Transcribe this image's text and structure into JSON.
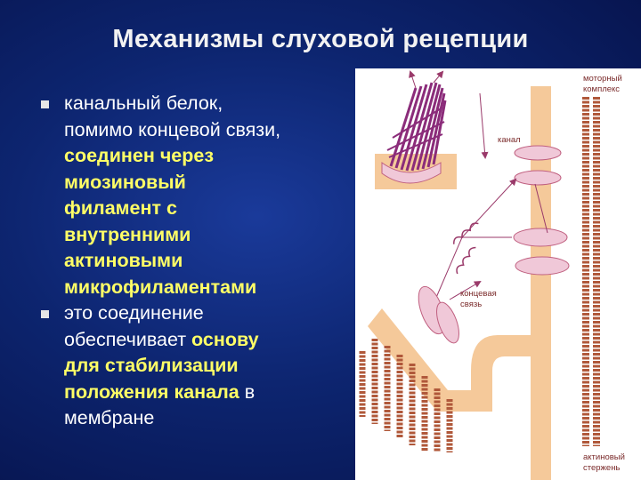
{
  "title": "Механизмы слуховой рецепции",
  "bullets": [
    {
      "marker": "n",
      "lines": [
        {
          "text": "канальный белок,",
          "highlight": false
        },
        {
          "text": "помимо концевой связи,",
          "highlight": false
        },
        {
          "text": "соединен через",
          "highlight": true
        },
        {
          "text": "миозиновый",
          "highlight": true
        },
        {
          "text": "филамент с",
          "highlight": true
        },
        {
          "text": "внутренними",
          "highlight": true
        },
        {
          "text": "актиновыми",
          "highlight": true
        },
        {
          "text": "микрофиламентами",
          "highlight": true
        }
      ]
    },
    {
      "marker": "n",
      "lines": [
        {
          "parts": [
            {
              "text": "это соединение",
              "highlight": false
            }
          ]
        },
        {
          "parts": [
            {
              "text": "обеспечивает ",
              "highlight": false
            },
            {
              "text": "основу",
              "highlight": true
            }
          ]
        },
        {
          "parts": [
            {
              "text": "для стабилизации",
              "highlight": true
            }
          ]
        },
        {
          "parts": [
            {
              "text": "положения канала",
              "highlight": true
            },
            {
              "text": " в",
              "highlight": false
            }
          ]
        },
        {
          "parts": [
            {
              "text": "мембране",
              "highlight": false
            }
          ]
        }
      ]
    }
  ],
  "figure": {
    "labels": {
      "motor_line1": "моторный",
      "motor_line2": "комплекс",
      "channel": "канал",
      "tip_link_line1": "концевая",
      "tip_link_line2": "связь",
      "actin_line1": "актиновый",
      "actin_line2": "стержень"
    },
    "colors": {
      "membrane": "#f5c99a",
      "channel": "#f0c8d8",
      "actin": "#b0583a",
      "stereocilia": "#8b2c7a",
      "arrows": "#9a3a6a",
      "label": "#7a2a2a"
    }
  }
}
